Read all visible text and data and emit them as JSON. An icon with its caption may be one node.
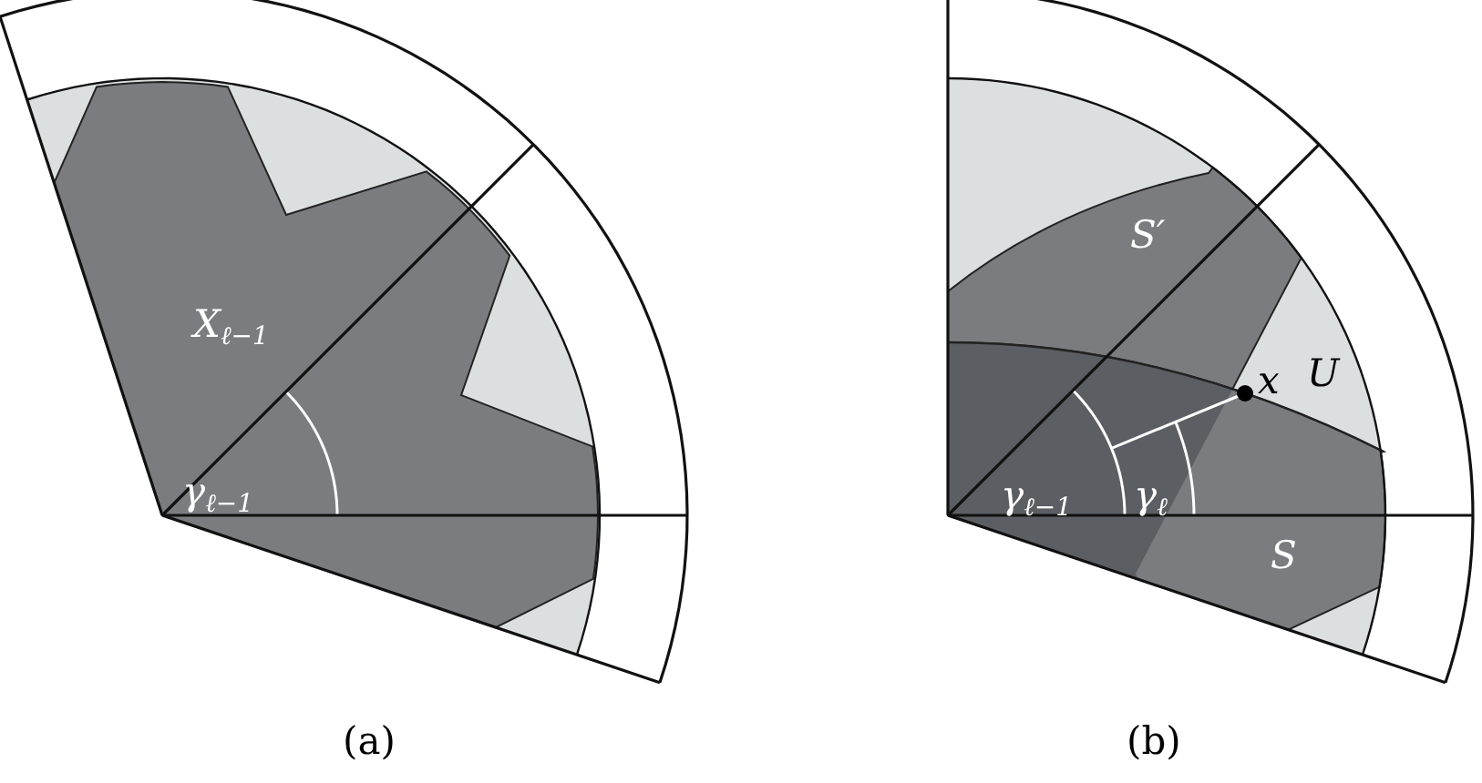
{
  "diagram": {
    "labels": [
      "X$_{ℓ−1}$",
      "γ$_{ℓ−1}$",
      "S′",
      "x",
      "U",
      "γ$_{ℓ−1}$",
      "γ$_{ℓ}$",
      "S",
      "(a)",
      "(b)"
    ]
  }
}
